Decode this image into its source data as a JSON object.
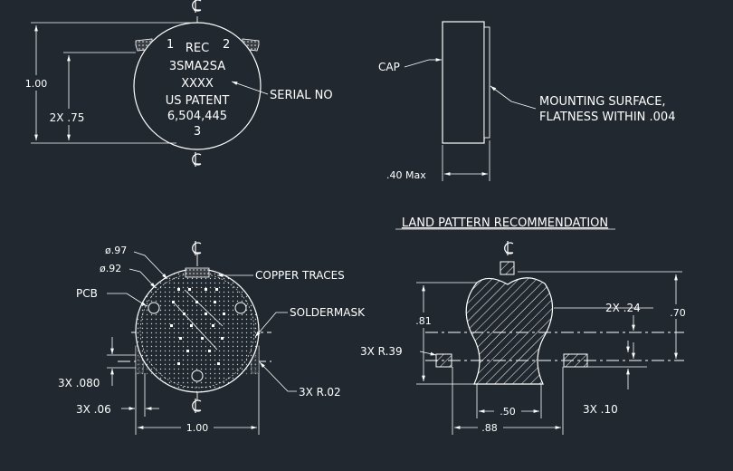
{
  "colors": {
    "background": "#212830",
    "lines": "#ffffff"
  },
  "icons": {
    "centerline": "centerline-symbol"
  },
  "top_view": {
    "pin1": "1",
    "pin2": "2",
    "pin3": "3",
    "line1": "REC",
    "line2": "3SMA2SA",
    "line3": "XXXX",
    "line4": "US PATENT",
    "line5": "6,504,445",
    "serial_label": "SERIAL NO",
    "dim_height": "1.00",
    "dim_pin_spacing": "2X .75"
  },
  "side_view": {
    "cap_label": "CAP",
    "mounting_line1": "MOUNTING SURFACE,",
    "mounting_line2": "FLATNESS WITHIN .004",
    "dim_thickness": ".40 Max"
  },
  "pcb_view": {
    "dia_outer": "ø.97",
    "dia_inner": "ø.92",
    "pcb_label": "PCB",
    "copper_label": "COPPER TRACES",
    "soldermask_label": "SOLDERMASK",
    "dim_pad_height": "3X .080",
    "dim_pad_width": "3X .06",
    "dim_radius": "3X R.02",
    "dim_width": "1.00"
  },
  "land_pattern": {
    "title": "LAND PATTERN RECOMMENDATION",
    "dim_height": ".81",
    "dim_radius": "3X R.39",
    "dim_offset": "2X .24",
    "dim_total": ".70",
    "dim_pad_spacing": ".50",
    "dim_overall": ".88",
    "dim_pad": "3X .10"
  }
}
